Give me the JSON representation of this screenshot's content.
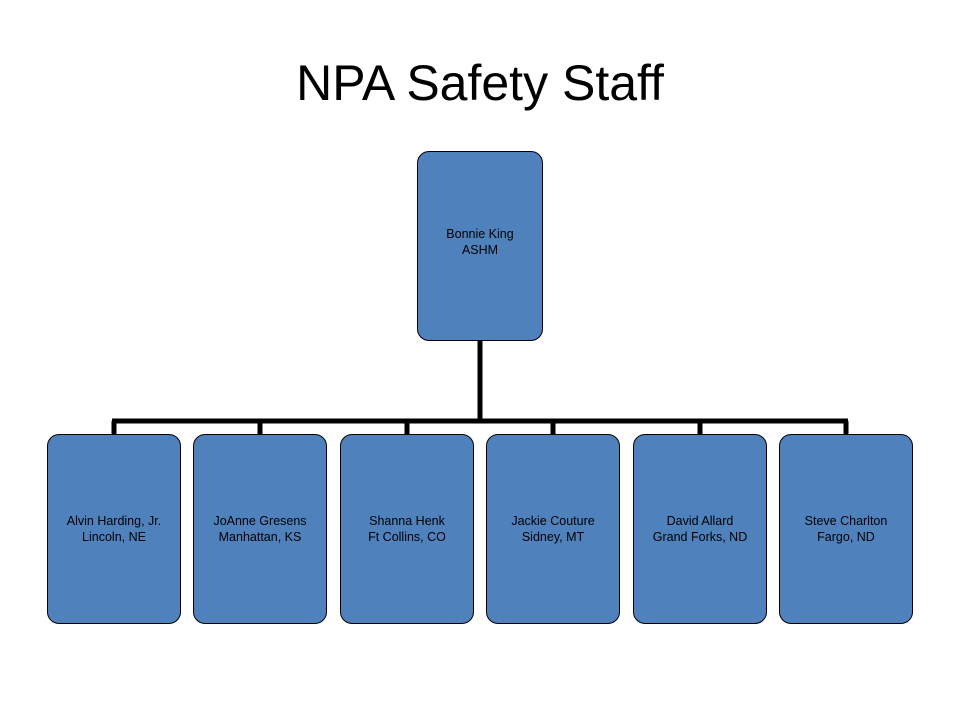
{
  "slide": {
    "title": "NPA Safety Staff"
  },
  "org_chart": {
    "root": {
      "name": "Bonnie King",
      "role": "ASHM"
    },
    "children": [
      {
        "name": "Alvin Harding, Jr.",
        "location": "Lincoln, NE"
      },
      {
        "name": "JoAnne Gresens",
        "location": "Manhattan, KS"
      },
      {
        "name": "Shanna Henk",
        "location": "Ft Collins, CO"
      },
      {
        "name": "Jackie Couture",
        "location": "Sidney, MT"
      },
      {
        "name": "David Allard",
        "location": "Grand Forks, ND"
      },
      {
        "name": "Steve Charlton",
        "location": "Fargo, ND"
      }
    ]
  },
  "colors": {
    "node_fill": "#4f81bd",
    "node_border": "#000000",
    "connector": "#000000"
  }
}
